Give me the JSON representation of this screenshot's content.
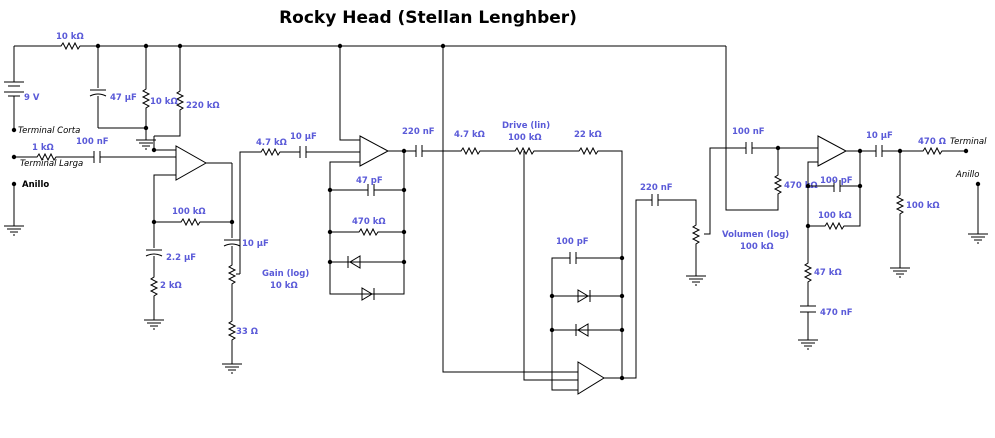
{
  "title": "Rocky Head (Stellan Lenghber)",
  "labels": {
    "r_in_top": "10 kΩ",
    "battery": "9 V",
    "c47": "47 µF",
    "r10k": "10 kΩ",
    "r220k": "220 kΩ",
    "terminal_corta": "Terminal Corta",
    "terminal_larga": "Terminal Larga",
    "r1k": "1 kΩ",
    "c100n_in": "100 nF",
    "anillo_in": "Anillo",
    "r4k7_a": "4.7 kΩ",
    "c10u_a": "10 µF",
    "c220n_a": "220 nF",
    "r4k7_b": "4.7 kΩ",
    "drive_name": "Drive (lin)",
    "drive_val": "100 kΩ",
    "r22k": "22 kΩ",
    "c100n_b": "100 nF",
    "c10u_out": "10 µF",
    "r470_out": "470 Ω",
    "terminal_out": "Terminal",
    "anillo_out": "Anillo",
    "c47p": "47 pF",
    "r470k_a": "470 kΩ",
    "r100k_fb": "100 kΩ",
    "c10u_b": "10 µF",
    "c2u2": "2.2 µF",
    "r2k": "2 kΩ",
    "gain_name": "Gain (log)",
    "gain_val": "10 kΩ",
    "r33": "33 Ω",
    "c220n_b": "220 nF",
    "c100p_a": "100 pF",
    "r470k_b": "470 kΩ",
    "c100p_b": "100 pF",
    "r100k_b": "100 kΩ",
    "r100k_out": "100 kΩ",
    "vol_name": "Volumen (log)",
    "vol_val": "100 kΩ",
    "r47k": "47 kΩ",
    "c470n": "470 nF"
  }
}
